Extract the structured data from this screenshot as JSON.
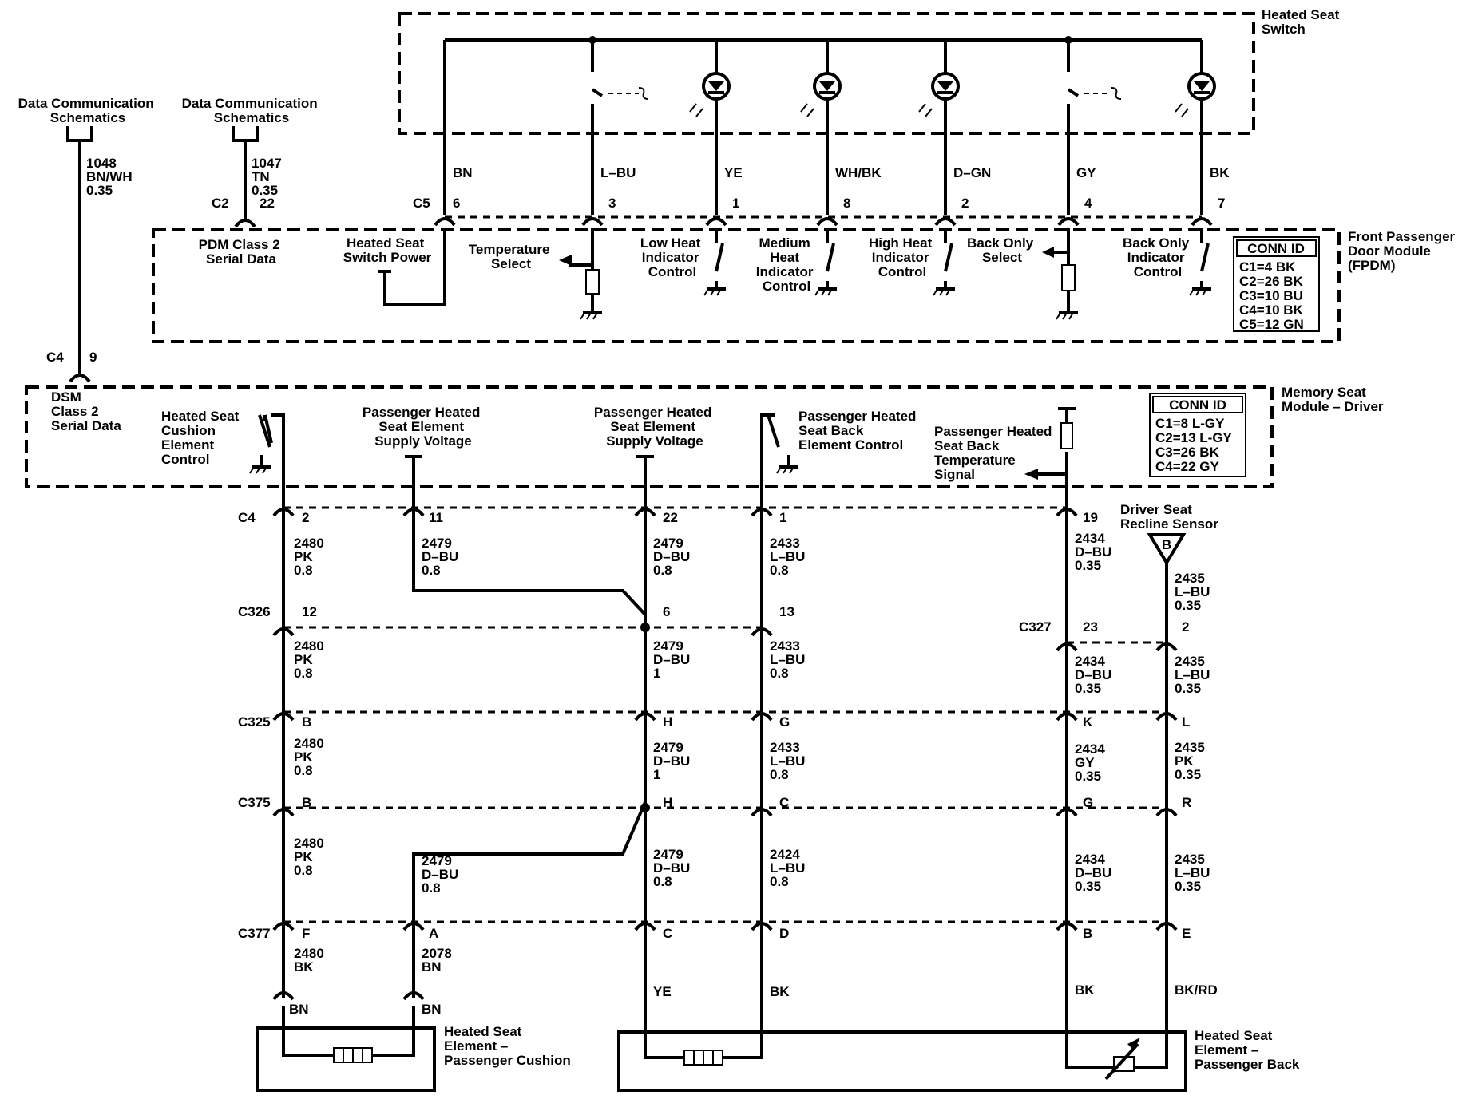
{
  "switch_title": [
    "Heated Seat",
    "Switch"
  ],
  "fpdm_title": [
    "Front Passenger",
    "Door Module",
    "(FPDM)"
  ],
  "dsm_title": [
    "Memory Seat",
    "Module – Driver"
  ],
  "data_comm": [
    "Data Communication",
    "Schematics"
  ],
  "wire_1048": [
    "1048",
    "BN/WH",
    "0.35"
  ],
  "wire_1047": [
    "1047",
    "TN",
    "0.35"
  ],
  "fpdm_pins": {
    "c2": "C2",
    "c2_pin": "22",
    "c5": "C5",
    "c5_pin": "6",
    "c4": "C4",
    "c4_pin": "9"
  },
  "switch_wires": [
    {
      "color": "BN",
      "pin": "6"
    },
    {
      "color": "L–BU",
      "pin": "3"
    },
    {
      "color": "YE",
      "pin": "1"
    },
    {
      "color": "WH/BK",
      "pin": "8"
    },
    {
      "color": "D–GN",
      "pin": "2"
    },
    {
      "color": "GY",
      "pin": "4"
    },
    {
      "color": "BK",
      "pin": "7"
    }
  ],
  "fpdm_labels": {
    "pdm_serial": [
      "PDM Class 2",
      "Serial Data"
    ],
    "switch_power": [
      "Heated Seat",
      "Switch Power"
    ],
    "temp_select": [
      "Temperature",
      "Select"
    ],
    "low_heat": [
      "Low Heat",
      "Indicator",
      "Control"
    ],
    "med_heat": [
      "Medium",
      "Heat",
      "Indicator",
      "Control"
    ],
    "high_heat": [
      "High Heat",
      "Indicator",
      "Control"
    ],
    "back_select": [
      "Back Only",
      "Select"
    ],
    "back_indicator": [
      "Back Only",
      "Indicator",
      "Control"
    ]
  },
  "fpdm_conn": {
    "title": "CONN ID",
    "rows": [
      "C1=4 BK",
      "C2=26 BK",
      "C3=10 BU",
      "C4=10 BK",
      "C5=12 GN"
    ]
  },
  "dsm_labels": {
    "serial": [
      "DSM",
      "Class 2",
      "Serial Data"
    ],
    "cushion_ctrl": [
      "Heated Seat",
      "Cushion",
      "Element",
      "Control"
    ],
    "supply1": [
      "Passenger Heated",
      "Seat Element",
      "Supply Voltage"
    ],
    "supply2": [
      "Passenger Heated",
      "Seat Element",
      "Supply Voltage"
    ],
    "back_ctrl": [
      "Passenger Heated",
      "Seat Back",
      "Element Control"
    ],
    "temp_signal": [
      "Passenger Heated",
      "Seat Back",
      "Temperature",
      "Signal"
    ]
  },
  "dsm_conn": {
    "title": "CONN ID",
    "rows": [
      "C1=8 L-GY",
      "C2=13 L-GY",
      "C3=26 BK",
      "C4=22 GY"
    ]
  },
  "recline_sensor": [
    "Driver Seat",
    "Recline Sensor"
  ],
  "recline_letter": "B",
  "connectors": {
    "c4": "C4",
    "c326": "C326",
    "c325": "C325",
    "c375": "C375",
    "c377": "C377",
    "c327": "C327"
  },
  "pins": {
    "c4": [
      "2",
      "11",
      "22",
      "1",
      "19"
    ],
    "c326": [
      "12",
      "6",
      "13"
    ],
    "c327": [
      "23",
      "2"
    ],
    "c325": [
      "B",
      "H",
      "G",
      "K",
      "L"
    ],
    "c375": [
      "B",
      "H",
      "C",
      "G",
      "R"
    ],
    "c377": [
      "F",
      "A",
      "C",
      "D",
      "B",
      "E"
    ]
  },
  "seg_c4_c326": [
    [
      "2480",
      "PK",
      "0.8"
    ],
    [
      "2479",
      "D–BU",
      "0.8"
    ],
    [
      "2479",
      "D–BU",
      "0.8"
    ],
    [
      "2433",
      "L–BU",
      "0.8"
    ],
    [
      "2434",
      "D–BU",
      "0.35"
    ],
    [
      "2435",
      "L–BU",
      "0.35"
    ]
  ],
  "seg_c326_c325": [
    [
      "2480",
      "PK",
      "0.8"
    ],
    [
      "2479",
      "D–BU",
      "1"
    ],
    [
      "2433",
      "L–BU",
      "0.8"
    ],
    [
      "2434",
      "D–BU",
      "0.35"
    ],
    [
      "2435",
      "L–BU",
      "0.35"
    ]
  ],
  "seg_c325_c375": [
    [
      "2480",
      "PK",
      "0.8"
    ],
    [
      "2479",
      "D–BU",
      "1"
    ],
    [
      "2433",
      "L–BU",
      "0.8"
    ],
    [
      "2434",
      "GY",
      "0.35"
    ],
    [
      "2435",
      "PK",
      "0.35"
    ]
  ],
  "seg_c375_c377": [
    [
      "2480",
      "PK",
      "0.8"
    ],
    [
      "2479",
      "D–BU",
      "0.8"
    ],
    [
      "2479",
      "D–BU",
      "0.8"
    ],
    [
      "2424",
      "L–BU",
      "0.8"
    ],
    [
      "2434",
      "D–BU",
      "0.35"
    ],
    [
      "2435",
      "L–BU",
      "0.35"
    ]
  ],
  "seg_c377_elem": [
    [
      "2480",
      "BK"
    ],
    [
      "2078",
      "BN"
    ]
  ],
  "elem_colors": [
    "BN",
    "BN",
    "YE",
    "BK",
    "BK",
    "BK/RD"
  ],
  "cushion_elem": [
    "Heated Seat",
    "Element –",
    "Passenger Cushion"
  ],
  "back_elem": [
    "Heated Seat",
    "Element –",
    "Passenger Back"
  ]
}
